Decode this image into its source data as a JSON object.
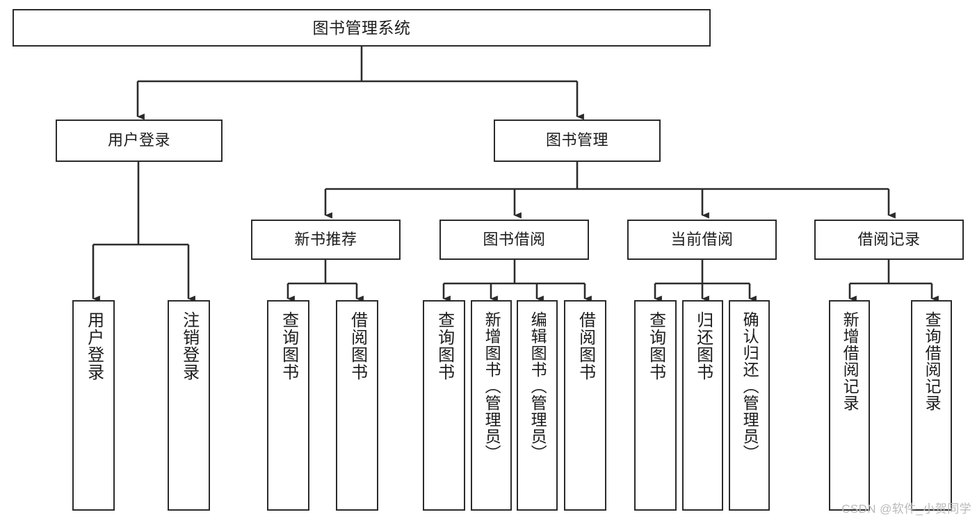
{
  "diagram": {
    "title": "图书管理系统",
    "type": "tree-structure-chart",
    "stroke_color": "#2b2b2b",
    "background_color": "#ffffff",
    "text_color": "#1c1c1c"
  },
  "nodes": {
    "root": {
      "label": "图书管理系统"
    },
    "level2": [
      {
        "label": "用户登录"
      },
      {
        "label": "图书管理"
      }
    ],
    "level3": [
      {
        "label": "新书推荐"
      },
      {
        "label": "图书借阅"
      },
      {
        "label": "当前借阅"
      },
      {
        "label": "借阅记录"
      }
    ],
    "leaves": {
      "user_login": [
        {
          "label": "用户登录"
        },
        {
          "label": "注销登录"
        }
      ],
      "new_book": [
        {
          "label": "查询图书"
        },
        {
          "label": "借阅图书"
        }
      ],
      "borrow": [
        {
          "label": "查询图书"
        },
        {
          "label": "新增图书（管理员）"
        },
        {
          "label": "编辑图书（管理员）"
        },
        {
          "label": "借阅图书"
        }
      ],
      "current": [
        {
          "label": "查询图书"
        },
        {
          "label": "归还图书"
        },
        {
          "label": "确认归还（管理员）"
        }
      ],
      "records": [
        {
          "label": "新增借阅记录"
        },
        {
          "label": "查询借阅记录"
        }
      ]
    }
  },
  "watermark": {
    "text": "CSDN @软件_小贺同学"
  }
}
